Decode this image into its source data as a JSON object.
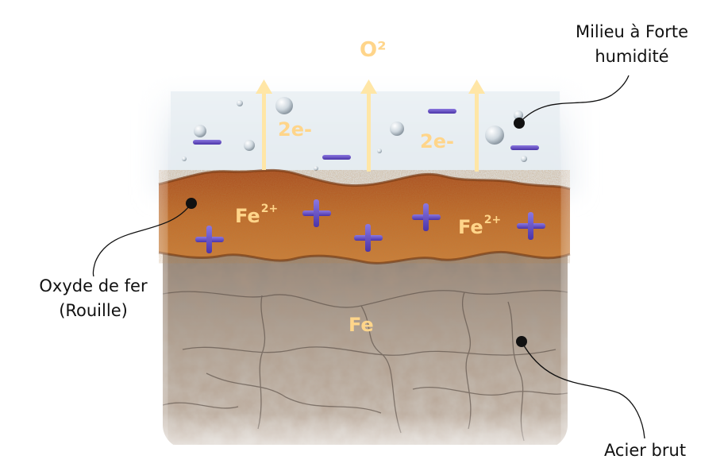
{
  "labels": {
    "humid_line1": "Milieu à Forte",
    "humid_line2": "humidité",
    "oxide_line1": "Oxyde de fer",
    "oxide_line2": "(Rouille)",
    "steel": "Acier brut"
  },
  "chemistry": {
    "oxygen": "O²",
    "electrons": "2e-",
    "iron_ion": "Fe",
    "iron_ion_charge": "2+",
    "iron": "Fe"
  },
  "colors": {
    "arrow": "#ffe6a6",
    "chem_text": "#ffd58a",
    "charge_symbol": "#6a52c4",
    "rust": "#b5561b",
    "steel": "#9b8f83",
    "air": "#e8eef3"
  }
}
